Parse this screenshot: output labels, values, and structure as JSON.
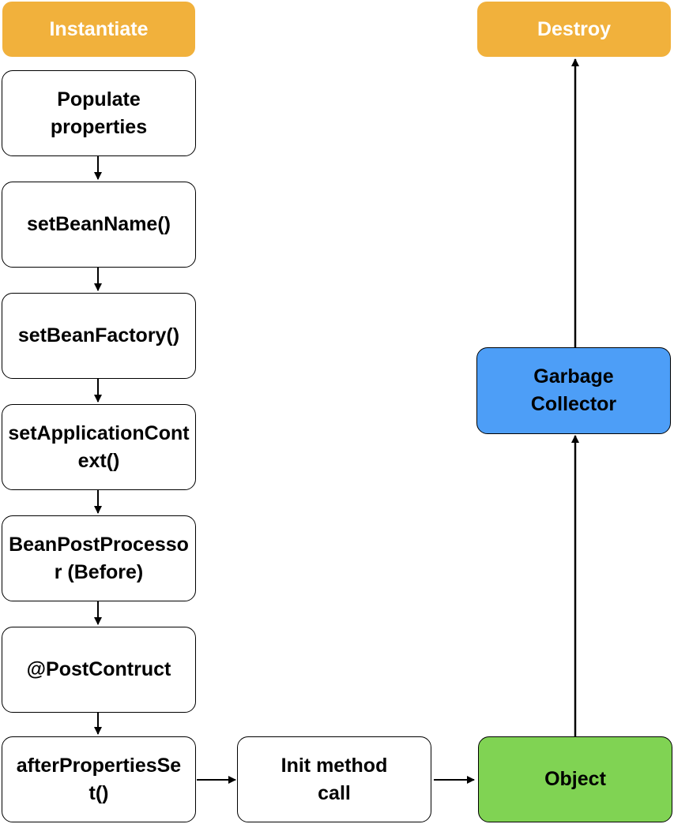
{
  "colors": {
    "terminal": "#f1b13c",
    "garbage_collector": "#4d9ef7",
    "object": "#80d353",
    "step": "#ffffff",
    "line": "#000000"
  },
  "nodes": {
    "instantiate": "Instantiate",
    "populate_properties": "Populate properties",
    "set_bean_name": "setBeanName()",
    "set_bean_factory": "setBeanFactory()",
    "set_application_context": "setApplicationContext()",
    "bean_post_processor_before": "BeanPostProcessor (Before)",
    "post_construct": "@PostContruct",
    "after_properties_set": "afterPropertiesSet()",
    "init_method_call": "Init method call",
    "object": "Object",
    "garbage_collector": "Garbage Collector",
    "destroy": "Destroy"
  }
}
